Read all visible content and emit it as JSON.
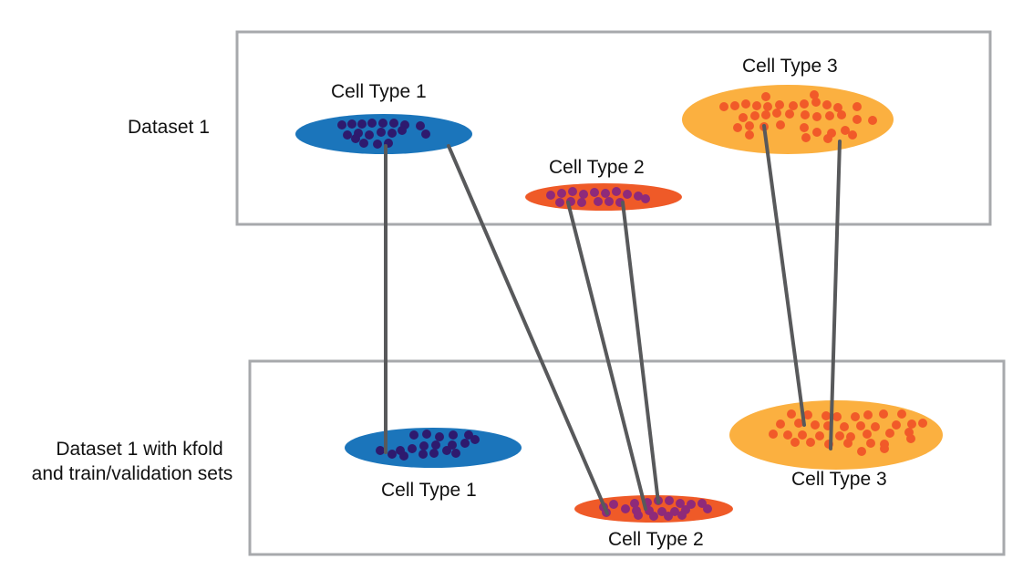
{
  "labels": {
    "dataset1": "Dataset 1",
    "dataset1_kfold_line1": "Dataset 1 with kfold",
    "dataset1_kfold_line2": "and train/validation sets"
  },
  "top_clusters": {
    "ct1": {
      "label": "Cell Type 1",
      "color": "#1b75bb",
      "dot_color": "#2e1a6e"
    },
    "ct2": {
      "label": "Cell Type 2",
      "color": "#ef5a28",
      "dot_color": "#8e2a7a"
    },
    "ct3": {
      "label": "Cell Type 3",
      "color": "#fbb040",
      "dot_color": "#f15a29"
    }
  },
  "bottom_clusters": {
    "ct1": {
      "label": "Cell Type 1",
      "color": "#1b75bb",
      "dot_color": "#2e1a6e"
    },
    "ct2": {
      "label": "Cell Type 2",
      "color": "#ef5a28",
      "dot_color": "#8e2a7a"
    },
    "ct3": {
      "label": "Cell Type 3",
      "color": "#fbb040",
      "dot_color": "#f15a29"
    }
  },
  "colors": {
    "box_border": "#a7a9ac",
    "connector": "#58595b"
  }
}
